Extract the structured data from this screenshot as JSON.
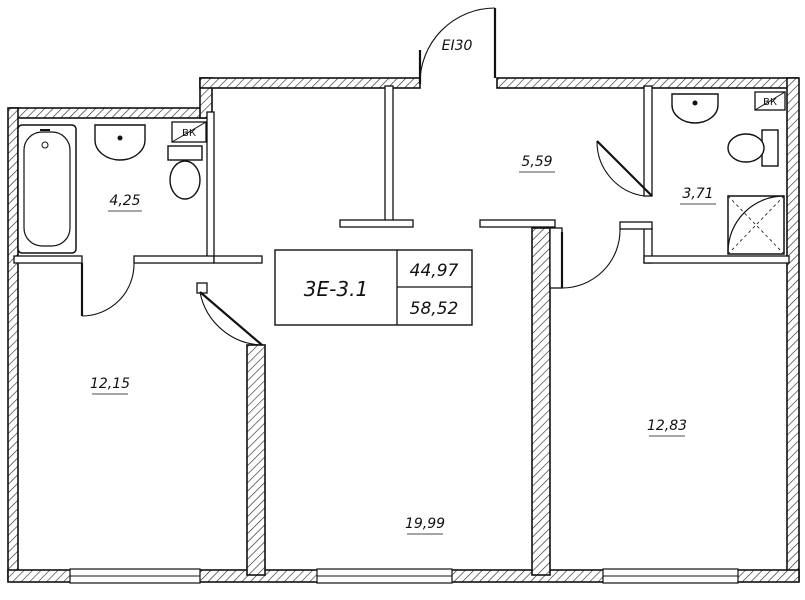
{
  "apartment": {
    "code": "3E-3.1",
    "living_area": "44,97",
    "total_area": "58,52"
  },
  "rooms": {
    "bathroom_left": "4,25",
    "bedroom_left": "12,15",
    "living_room": "19,99",
    "hall": "5,59",
    "bathroom_right": "3,71",
    "bedroom_right": "12,83"
  },
  "entrance_door": "EI30",
  "ventilation_marks": [
    "ВК",
    "ВК"
  ]
}
